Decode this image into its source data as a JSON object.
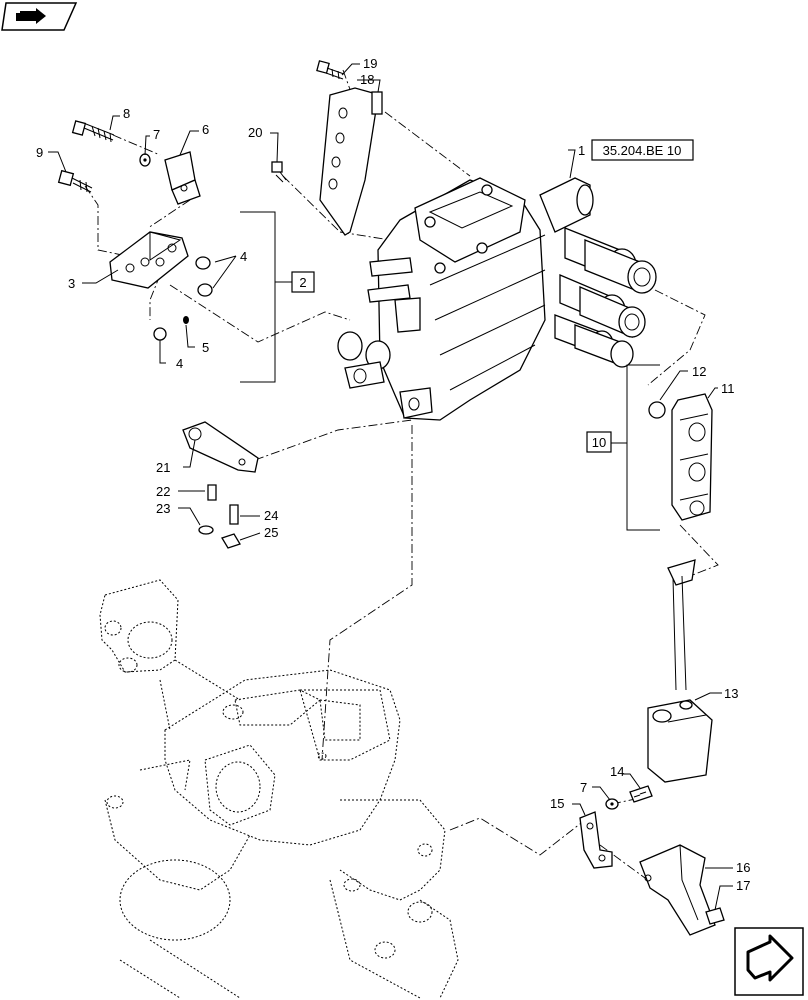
{
  "ref_code": "35.204.BE 10",
  "icons": {
    "top_left": "book-arrow-icon",
    "bottom_right": "navigation-arrow-icon"
  },
  "callouts": {
    "c1": "1",
    "c2": "2",
    "c3": "3",
    "c4a": "4",
    "c4b": "4",
    "c5": "5",
    "c6": "6",
    "c7a": "7",
    "c7b": "7",
    "c8": "8",
    "c9": "9",
    "c10": "10",
    "c11": "11",
    "c12": "12",
    "c13": "13",
    "c14": "14",
    "c15": "15",
    "c16": "16",
    "c17": "17",
    "c18": "18",
    "c19": "19",
    "c20": "20",
    "c21": "21",
    "c22": "22",
    "c23": "23",
    "c24": "24",
    "c25": "25"
  }
}
